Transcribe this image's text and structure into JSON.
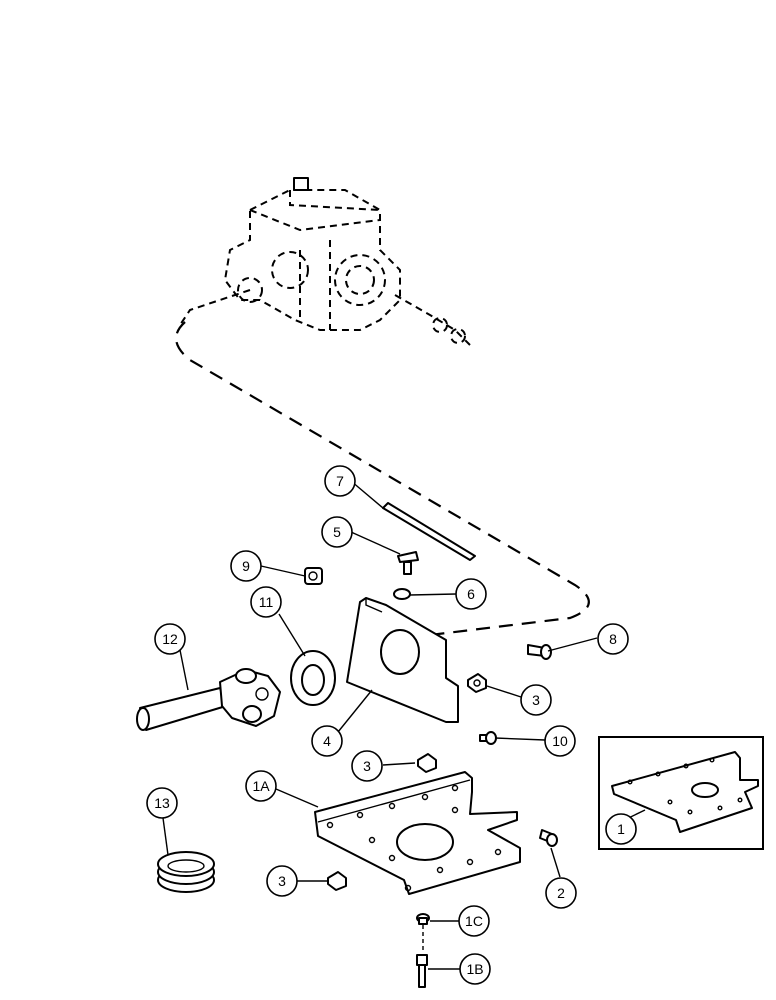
{
  "callouts": {
    "c7": "7",
    "c5": "5",
    "c9": "9",
    "c6": "6",
    "c11": "11",
    "c12": "12",
    "c8": "8",
    "c3a": "3",
    "c4": "4",
    "c10": "10",
    "c3b": "3",
    "c1a": "1A",
    "c13": "13",
    "c3c": "3",
    "c2": "2",
    "c1c": "1C",
    "c1b": "1B",
    "c1": "1"
  }
}
